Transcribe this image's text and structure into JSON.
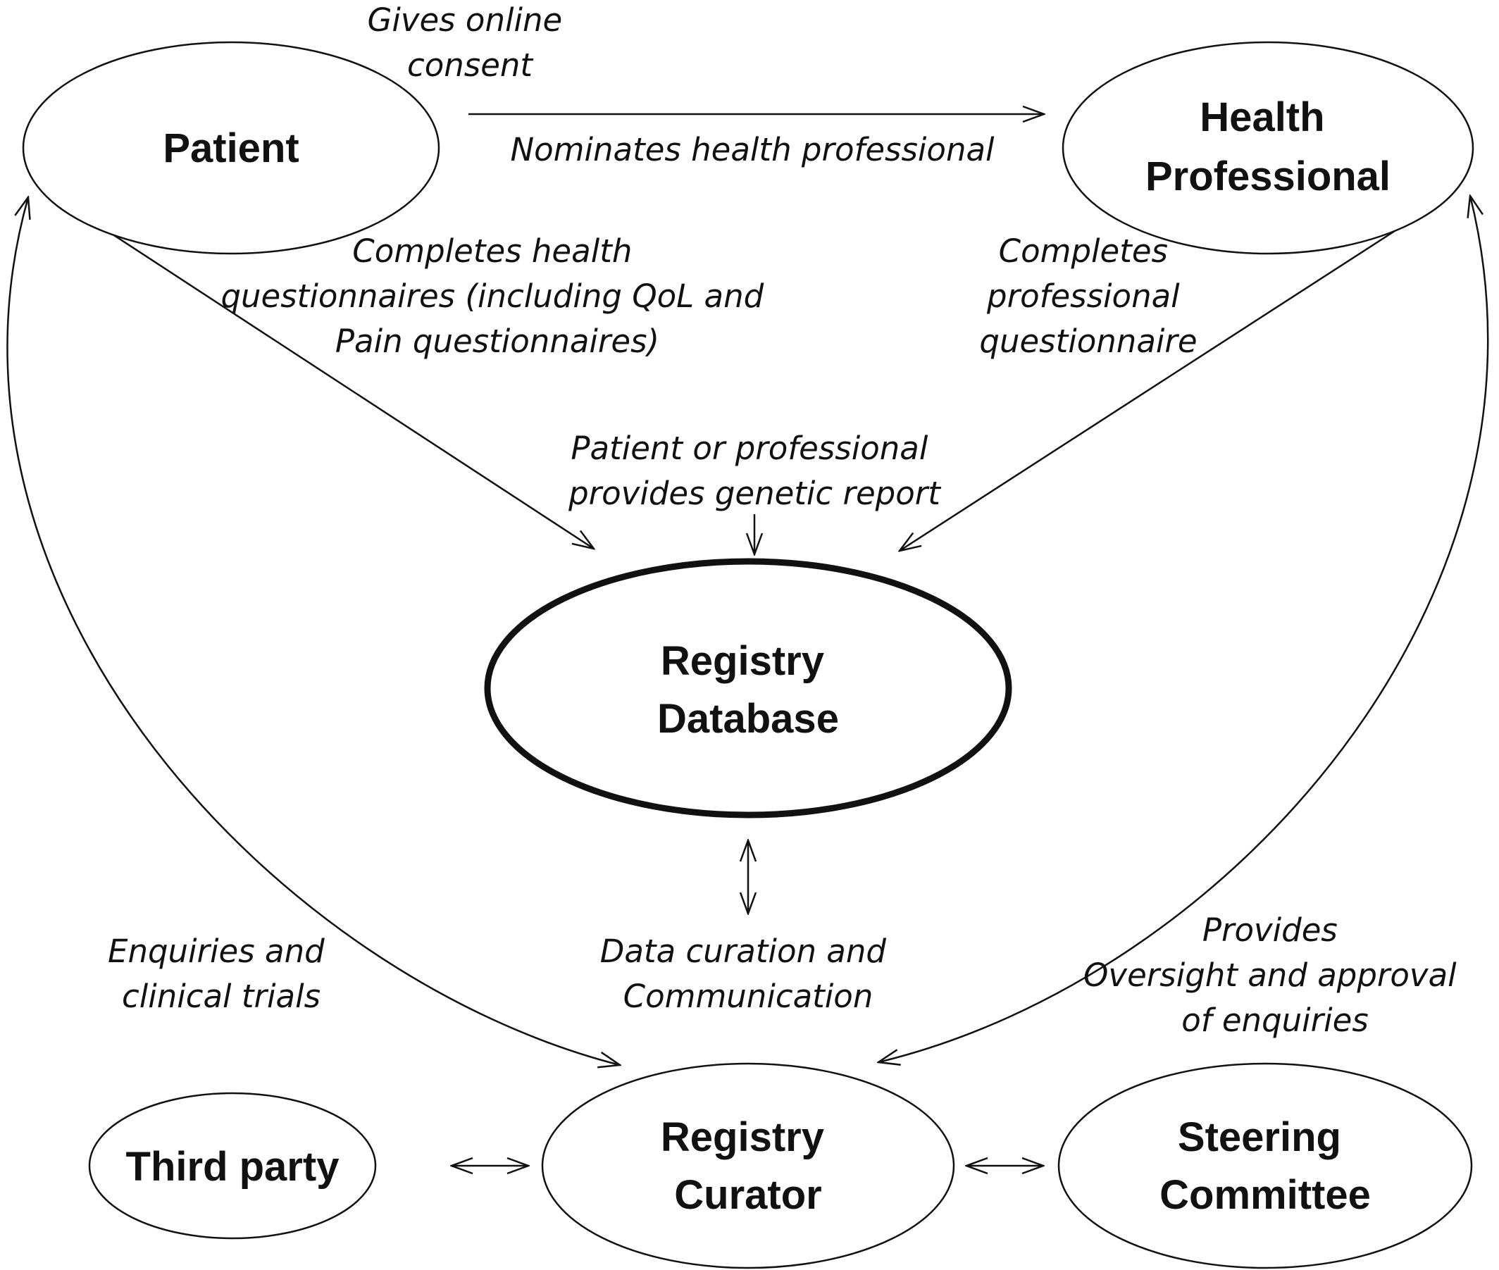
{
  "nodes": {
    "patient": {
      "lines": [
        "Patient"
      ]
    },
    "health_professional": {
      "lines": [
        "Health",
        "Professional"
      ]
    },
    "registry_database": {
      "lines": [
        "Registry",
        "Database"
      ]
    },
    "third_party": {
      "lines": [
        "Third party"
      ]
    },
    "registry_curator": {
      "lines": [
        "Registry",
        "Curator"
      ]
    },
    "steering_committee": {
      "lines": [
        "Steering",
        "Committee"
      ]
    }
  },
  "edges": {
    "consent": {
      "lines": [
        "Gives online",
        "consent"
      ]
    },
    "nominates": {
      "lines": [
        "Nominates health professional"
      ]
    },
    "patient_questionnaires": {
      "lines": [
        "Completes health",
        "questionnaires (including QoL and",
        "Pain questionnaires)"
      ]
    },
    "professional_questionnaire": {
      "lines": [
        "Completes",
        "professional",
        "questionnaire"
      ]
    },
    "genetic_report": {
      "lines": [
        "Patient or professional",
        "provides genetic report"
      ]
    },
    "data_curation": {
      "lines": [
        "Data curation and",
        "Communication"
      ]
    },
    "enquiries": {
      "lines": [
        "Enquiries and",
        "clinical trials"
      ]
    },
    "oversight": {
      "lines": [
        "Provides",
        "Oversight and approval",
        "of enquiries"
      ]
    }
  },
  "colors": {
    "ink": "#111111",
    "background": "#ffffff"
  }
}
